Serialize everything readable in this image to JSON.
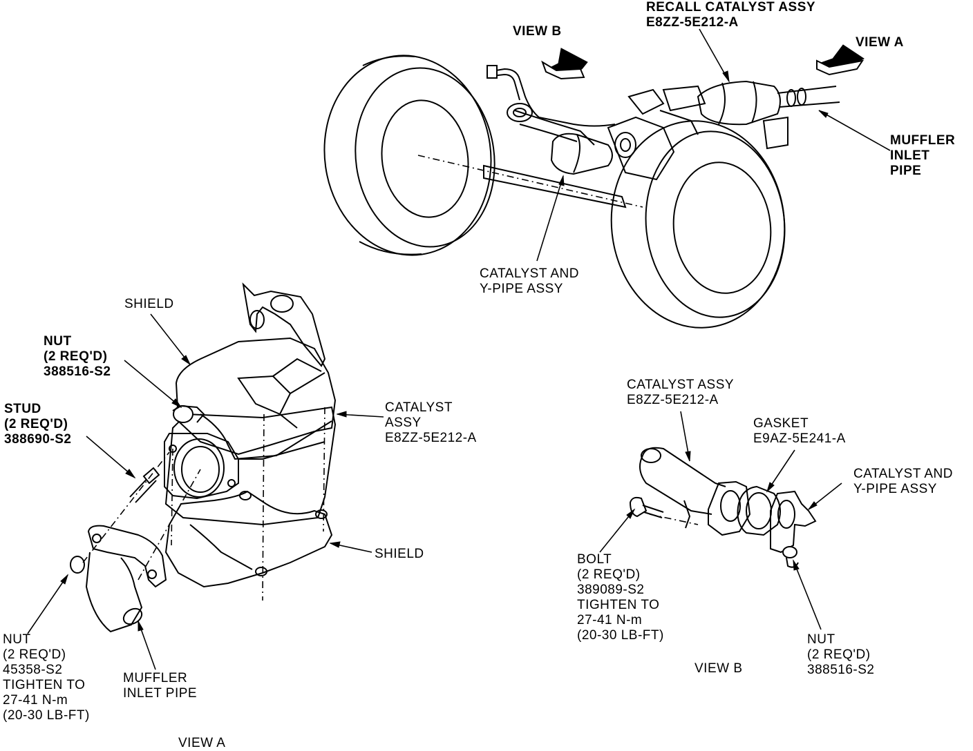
{
  "labels": {
    "recall": "RECALL CATALYST ASSY\nE8ZZ-5E212-A",
    "view_b_top": "VIEW B",
    "view_a_top": "VIEW A",
    "muffler_top": "MUFFLER\nINLET\nPIPE",
    "catalyst_y_top": "CATALYST AND\nY-PIPE ASSY",
    "shield_top": "SHIELD",
    "nut_a": "NUT\n(2 REQ'D)\n388516-S2",
    "stud": "STUD\n(2 REQ'D)\n388690-S2",
    "catalyst_assy_a": "CATALYST\nASSY\nE8ZZ-5E212-A",
    "shield_bottom": "SHIELD",
    "nut_a_bottom": "NUT\n(2 REQ'D)\n45358-S2\nTIGHTEN TO\n27-41 N-m\n(20-30 LB-FT)",
    "muffler_a": "MUFFLER\nINLET PIPE",
    "view_a_caption": "VIEW A",
    "catalyst_assy_b": "CATALYST ASSY\nE8ZZ-5E212-A",
    "gasket": "GASKET\nE9AZ-5E241-A",
    "catalyst_y_b": "CATALYST AND\nY-PIPE ASSY",
    "bolt": "BOLT\n(2 REQ'D)\n389089-S2\nTIGHTEN TO\n27-41 N-m\n(20-30 LB-FT)",
    "nut_b": "NUT\n(2 REQ'D)\n388516-S2",
    "view_b_caption": "VIEW B"
  }
}
